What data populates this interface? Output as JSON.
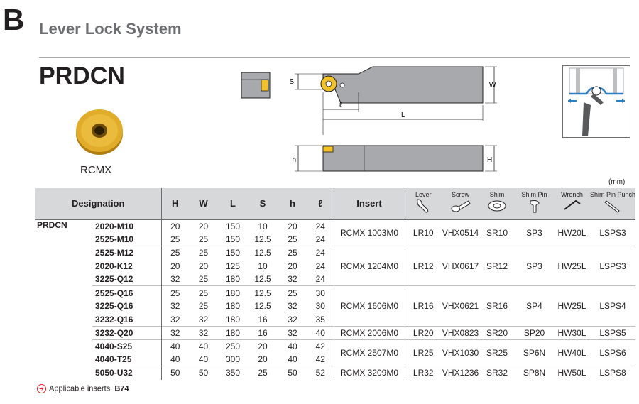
{
  "section": {
    "letter": "B",
    "title": "Lever Lock System"
  },
  "model": "PRDCN",
  "insert_image_label": "RCMX",
  "drawing_labels": {
    "s": "S",
    "w": "W",
    "l_small": "ℓ",
    "L": "L",
    "h_small": "h",
    "H": "H"
  },
  "units": "(mm)",
  "table": {
    "headers": {
      "designation": "Designation",
      "H": "H",
      "W": "W",
      "L": "L",
      "S": "S",
      "h": "h",
      "l": "ℓ",
      "insert": "Insert",
      "lever": "Lever",
      "screw": "Screw",
      "shim": "Shim",
      "shim_pin": "Shim Pin",
      "wrench": "Wrench",
      "shim_pin_punch": "Shim Pin Punch"
    },
    "series": "PRDCN",
    "rows": [
      {
        "des": "2020-M10",
        "H": "20",
        "W": "20",
        "L": "150",
        "S": "10",
        "h": "20",
        "l": "24"
      },
      {
        "des": "2525-M10",
        "H": "25",
        "W": "25",
        "L": "150",
        "S": "12.5",
        "h": "25",
        "l": "24"
      },
      {
        "des": "2525-M12",
        "H": "25",
        "W": "25",
        "L": "150",
        "S": "12.5",
        "h": "25",
        "l": "24"
      },
      {
        "des": "2020-K12",
        "H": "20",
        "W": "20",
        "L": "125",
        "S": "10",
        "h": "20",
        "l": "24"
      },
      {
        "des": "3225-Q12",
        "H": "32",
        "W": "25",
        "L": "180",
        "S": "12.5",
        "h": "32",
        "l": "24"
      },
      {
        "des": "2525-Q16",
        "H": "25",
        "W": "25",
        "L": "180",
        "S": "12.5",
        "h": "25",
        "l": "30"
      },
      {
        "des": "3225-Q16",
        "H": "32",
        "W": "25",
        "L": "180",
        "S": "12.5",
        "h": "32",
        "l": "30"
      },
      {
        "des": "3232-Q16",
        "H": "32",
        "W": "32",
        "L": "180",
        "S": "16",
        "h": "32",
        "l": "35"
      },
      {
        "des": "3232-Q20",
        "H": "32",
        "W": "32",
        "L": "180",
        "S": "16",
        "h": "32",
        "l": "40"
      },
      {
        "des": "4040-S25",
        "H": "40",
        "W": "40",
        "L": "250",
        "S": "20",
        "h": "40",
        "l": "42"
      },
      {
        "des": "4040-T25",
        "H": "40",
        "W": "40",
        "L": "300",
        "S": "20",
        "h": "40",
        "l": "42"
      },
      {
        "des": "5050-U32",
        "H": "50",
        "W": "50",
        "L": "350",
        "S": "25",
        "h": "50",
        "l": "52"
      }
    ],
    "groups": [
      {
        "insert": "RCMX 1003M0",
        "lever": "LR10",
        "screw": "VHX0514",
        "shim": "SR10",
        "shim_pin": "SP3",
        "wrench": "HW20L",
        "punch": "LSPS3"
      },
      {
        "insert": "RCMX 1204M0",
        "lever": "LR12",
        "screw": "VHX0617",
        "shim": "SR12",
        "shim_pin": "SP3",
        "wrench": "HW25L",
        "punch": "LSPS3"
      },
      {
        "insert": "RCMX 1606M0",
        "lever": "LR16",
        "screw": "VHX0621",
        "shim": "SR16",
        "shim_pin": "SP4",
        "wrench": "HW25L",
        "punch": "LSPS4"
      },
      {
        "insert": "RCMX 2006M0",
        "lever": "LR20",
        "screw": "VHX0823",
        "shim": "SR20",
        "shim_pin": "SP20",
        "wrench": "HW30L",
        "punch": "LSPS5"
      },
      {
        "insert": "RCMX 2507M0",
        "lever": "LR25",
        "screw": "VHX1030",
        "shim": "SR25",
        "shim_pin": "SP6N",
        "wrench": "HW40L",
        "punch": "LSPS6"
      },
      {
        "insert": "RCMX 3209M0",
        "lever": "LR32",
        "screw": "VHX1236",
        "shim": "SR32",
        "shim_pin": "SP8N",
        "wrench": "HW50L",
        "punch": "LSPS8"
      }
    ]
  },
  "footnote": {
    "text": "Applicable inserts",
    "ref": "B74"
  },
  "colors": {
    "header_bg": "#d7d8da",
    "insert_gold": "#d9a520",
    "holder_gray": "#a7a9ac",
    "accent_blue": "#2e7fc0"
  }
}
